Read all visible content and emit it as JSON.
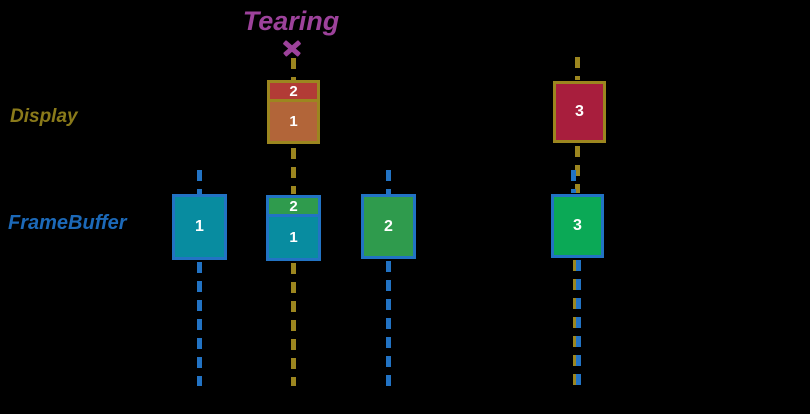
{
  "title": {
    "text": "Tearing"
  },
  "rows": {
    "display": {
      "label": "Display"
    },
    "framebuffer": {
      "label": "FrameBuffer"
    }
  },
  "display_boxes": {
    "torn_frame": {
      "top_value": "2",
      "bottom_value": "1"
    },
    "frame3": {
      "value": "3"
    }
  },
  "framebuffer_boxes": {
    "frame1": {
      "value": "1"
    },
    "torn_frame": {
      "top_value": "2",
      "bottom_value": "1"
    },
    "frame2": {
      "value": "2"
    },
    "frame3": {
      "value": "3"
    }
  },
  "icons": {
    "tearing_x": "x-cross"
  },
  "colors": {
    "background": "#000000",
    "tearing_purple": "#9D429B",
    "display_olive_text": "#8A7A1A",
    "display_olive_line": "#9C861F",
    "framebuffer_blue_text": "#1C69B8",
    "framebuffer_blue_line": "#2273C4",
    "teal_frame1": "#088CA0",
    "green_frame2": "#2F9B4D",
    "bright_green_frame3": "#0BA956",
    "red_frame2_display": "#B23B36",
    "brown_frame1_display": "#B26539",
    "crimson_frame3_display": "#A81E3D",
    "number_text": "#FFFFFF"
  }
}
